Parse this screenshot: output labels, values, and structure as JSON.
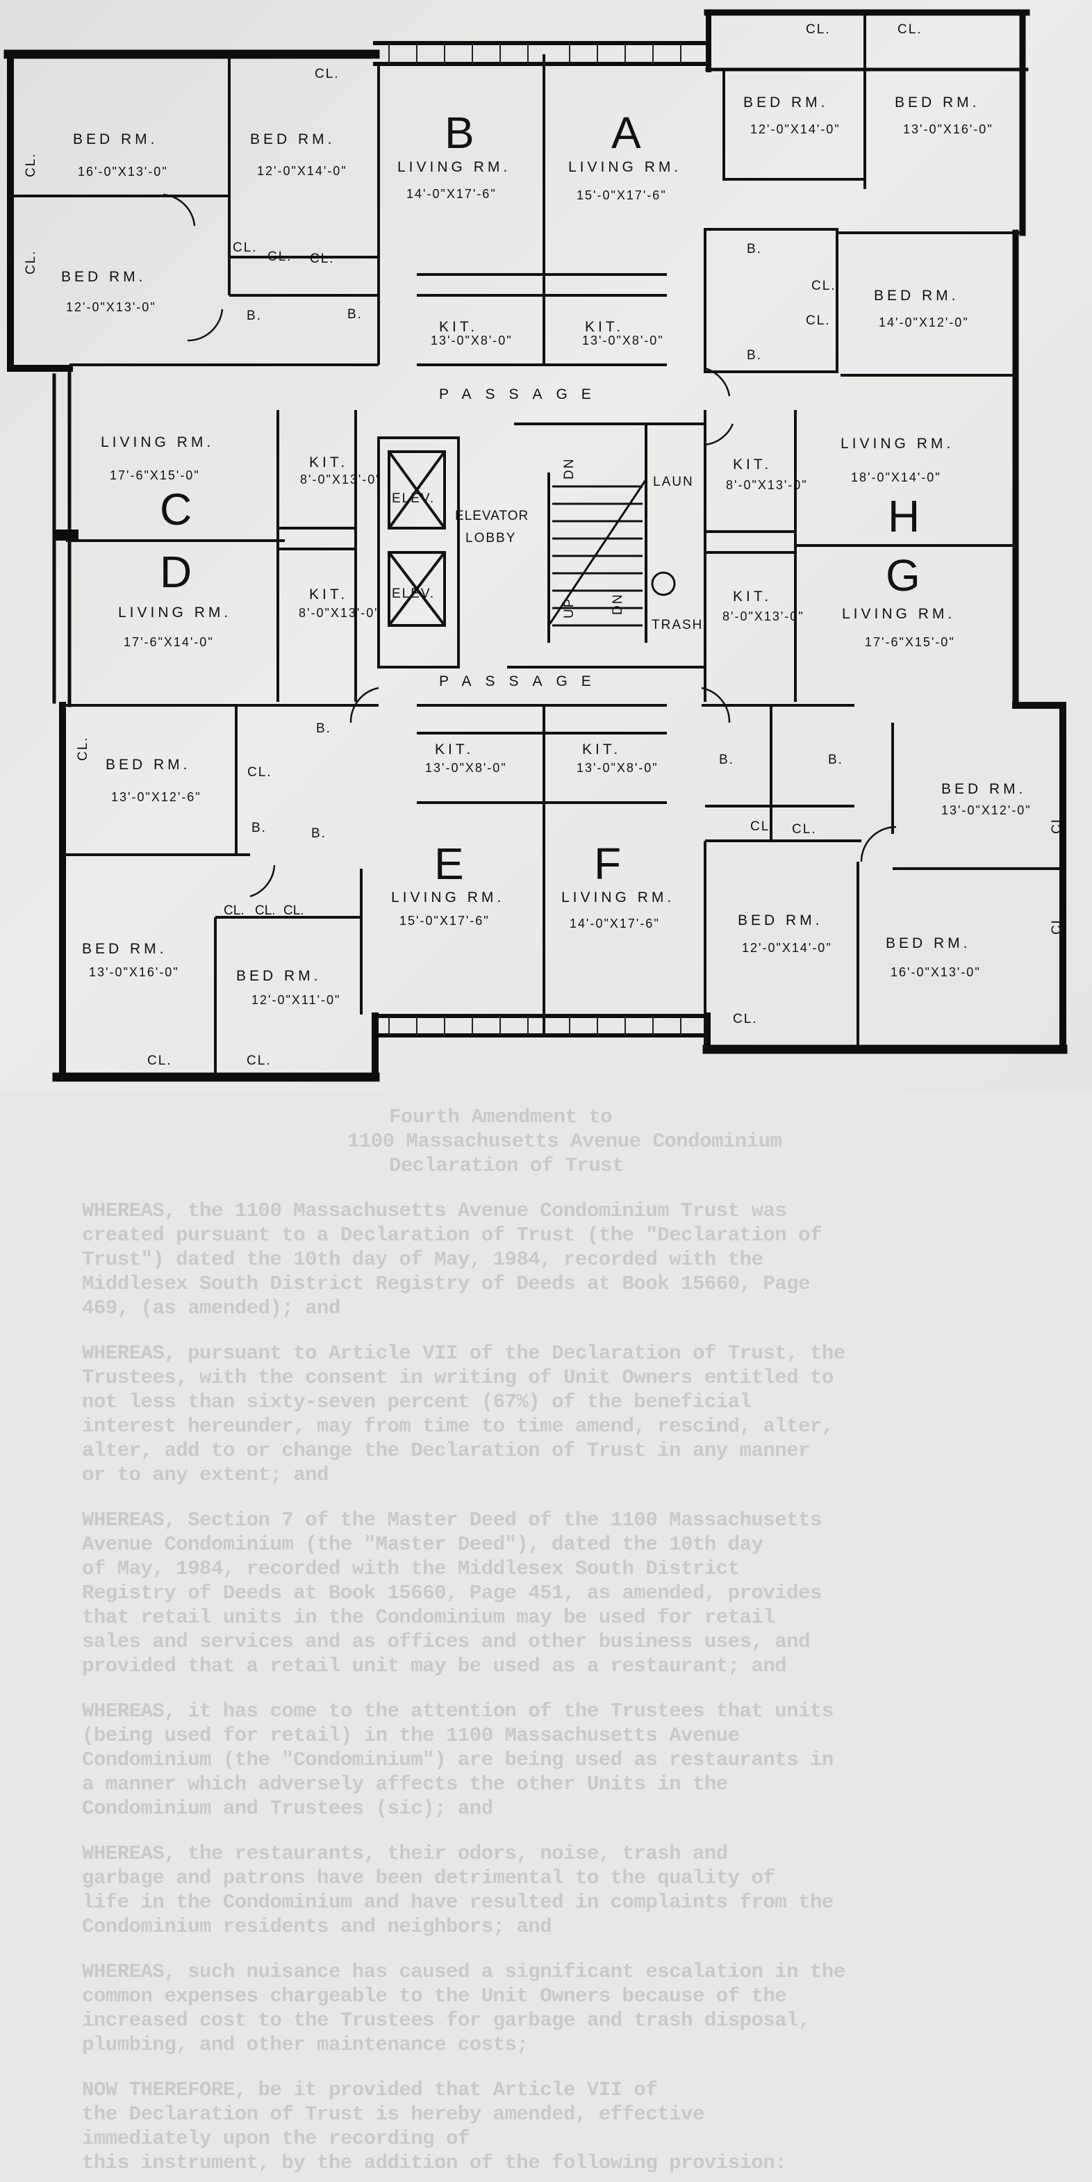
{
  "background_document": {
    "title": [
      "Fourth Amendment to",
      "1100 Massachusetts Avenue Condominium",
      "Declaration of Trust"
    ],
    "lines": [
      "WHEREAS, the 1100 Massachusetts Avenue Condominium Trust was",
      "created pursuant to a Declaration of Trust (the \"Declaration of",
      "Trust\") dated the 10th day of May, 1984, recorded with the",
      "Middlesex South District Registry of Deeds at Book 15660, Page",
      "469, (as amended); and",
      "WHEREAS, pursuant to Article VII of the Declaration of Trust, the",
      "Trustees, with the consent in writing of Unit Owners entitled to",
      "not less than sixty-seven percent (67%) of the beneficial",
      "interest hereunder, may from time to time amend, rescind, alter,",
      "alter, add to or change the Declaration of Trust in any manner",
      "or to any extent; and",
      "WHEREAS, Section 7 of the Master Deed of the 1100 Massachusetts",
      "Avenue Condominium (the \"Master Deed\"), dated the 10th day",
      "of May, 1984, recorded with the Middlesex South District",
      "Registry of Deeds at Book 15660, Page 451, as amended, provides",
      "that retail units in the Condominium may be used for retail",
      "sales and services and as offices and other business uses, and",
      "provided that a retail unit may be used as a restaurant; and",
      "WHEREAS, it has come to the attention of the Trustees that units",
      "(being used for retail) in the 1100 Massachusetts Avenue",
      "Condominium (the \"Condominium\") are being used as restaurants in",
      "a manner which adversely affects the other Units in the",
      "Condominium and Trustees (sic); and",
      "WHEREAS, the restaurants, their odors, noise, trash and",
      "garbage and patrons have been detrimental to the quality of",
      "life in the Condominium and have resulted in complaints from the",
      "Condominium residents and neighbors; and",
      "WHEREAS, such nuisance has caused a significant escalation in the",
      "common expenses chargeable to the Unit Owners because of the",
      "increased cost to the Trustees for garbage and trash disposal,",
      "plumbing, and other maintenance costs;",
      "NOW THEREFORE, be it provided that Article VII of",
      "the Declaration of Trust is hereby amended, effective",
      "immediately upon the recording of",
      "this instrument, by the addition of the following provision:"
    ]
  },
  "units": {
    "A": {
      "letter": "A",
      "living": "LIVING RM.",
      "living_dim": "15'-0\"X17'-6\"",
      "kit": "KIT.",
      "kit_dim": "13'-0\"X8'-0\"",
      "bed1": "BED RM.",
      "bed1_dim": "12'-0\"X14'-0\"",
      "bed2": "BED RM.",
      "bed2_dim": "13'-0\"X16'-0\"",
      "bed3": "BED RM.",
      "bed3_dim": "14'-0\"X12'-0\""
    },
    "B": {
      "letter": "B",
      "living": "LIVING RM.",
      "living_dim": "14'-0\"X17'-6\"",
      "kit": "KIT.",
      "kit_dim": "13'-0\"X8'-0\"",
      "bed1": "BED RM.",
      "bed1_dim": "16'-0\"X13'-0\"",
      "bed2": "BED RM.",
      "bed2_dim": "12'-0\"X14'-0\"",
      "bed3": "BED RM.",
      "bed3_dim": "12'-0\"X13'-0\""
    },
    "C": {
      "letter": "C",
      "living": "LIVING RM.",
      "living_dim": "17'-6\"X15'-0\"",
      "kit": "KIT.",
      "kit_dim": "8'-0\"X13'-0\""
    },
    "D": {
      "letter": "D",
      "living": "LIVING RM.",
      "living_dim": "17'-6\"X14'-0\"",
      "kit": "KIT.",
      "kit_dim": "8'-0\"X13'-0\""
    },
    "E": {
      "letter": "E",
      "living": "LIVING RM.",
      "living_dim": "15'-0\"X17'-6\"",
      "kit": "KIT.",
      "kit_dim": "13'-0\"X8'-0\"",
      "bed1": "BED RM.",
      "bed1_dim": "13'-0\"X12'-6\"",
      "bed2": "BED RM.",
      "bed2_dim": "13'-0\"X16'-0\"",
      "bed3": "BED RM.",
      "bed3_dim": "12'-0\"X11'-0\""
    },
    "F": {
      "letter": "F",
      "living": "LIVING RM.",
      "living_dim": "14'-0\"X17'-6\"",
      "kit": "KIT.",
      "kit_dim": "13'-0\"X8'-0\"",
      "bed1": "BED RM.",
      "bed1_dim": "12'-0\"X14'-0\"",
      "bed2": "BED RM.",
      "bed2_dim": "16'-0\"X13'-0\"",
      "bed3": "BED RM.",
      "bed3_dim": "13'-0\"X12'-0\""
    },
    "G": {
      "letter": "G",
      "living": "LIVING RM.",
      "living_dim": "17'-6\"X15'-0\"",
      "kit": "KIT.",
      "kit_dim": "8'-0\"X13'-0\""
    },
    "H": {
      "letter": "H",
      "living": "LIVING RM.",
      "living_dim": "18'-0\"X14'-0\"",
      "kit": "KIT.",
      "kit_dim": "8'-0\"X13'-0\""
    }
  },
  "common": {
    "passage": "PASSAGE",
    "elevator": "ELEVATOR",
    "lobby": "LOBBY",
    "elev": "ELEV.",
    "laundry": "LAUN",
    "trash": "TRASH",
    "up": "UP",
    "dn": "DN",
    "closet": "CL.",
    "bath": "B."
  }
}
